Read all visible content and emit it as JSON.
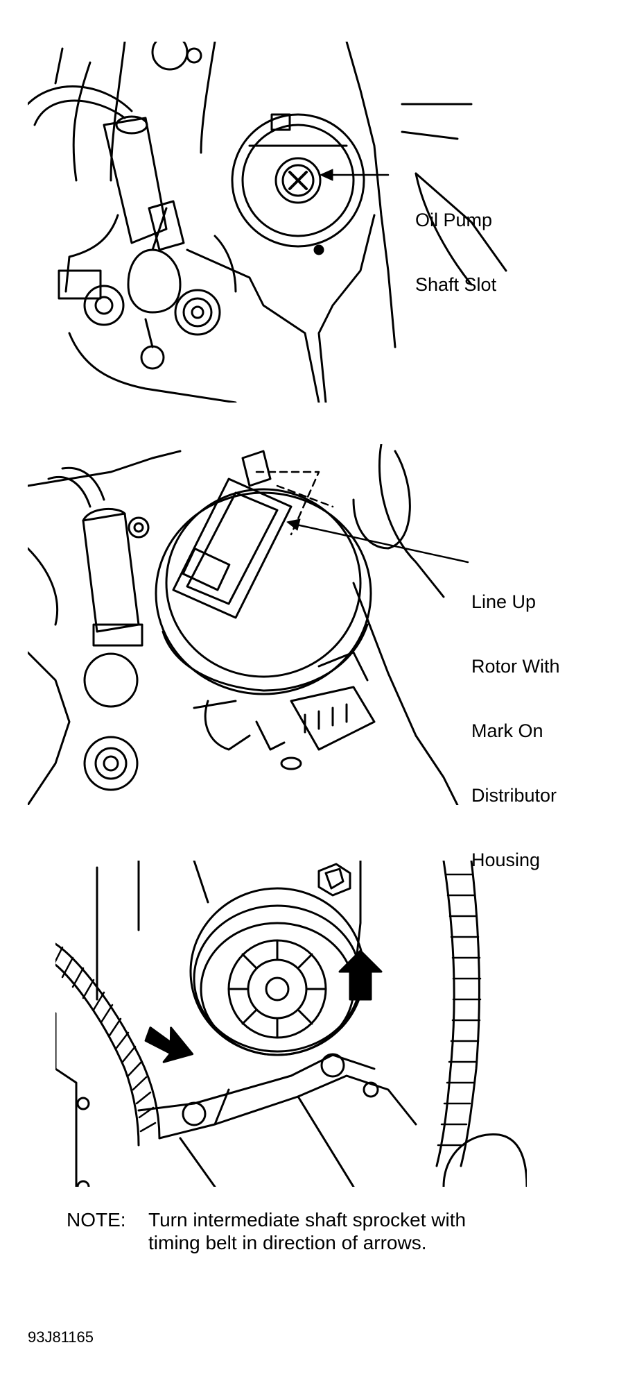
{
  "panels": [
    {
      "callout": [
        "Oil Pump",
        "Shaft Slot"
      ]
    },
    {
      "callout": [
        "Line Up",
        "Rotor With",
        "Mark On",
        "Distributor",
        "Housing"
      ]
    },
    {
      "arrows": 2
    }
  ],
  "note": {
    "label": "NOTE:",
    "line1": "Turn intermediate shaft sprocket with",
    "line2": "timing belt in direction of arrows."
  },
  "figure_id": "93J81165"
}
